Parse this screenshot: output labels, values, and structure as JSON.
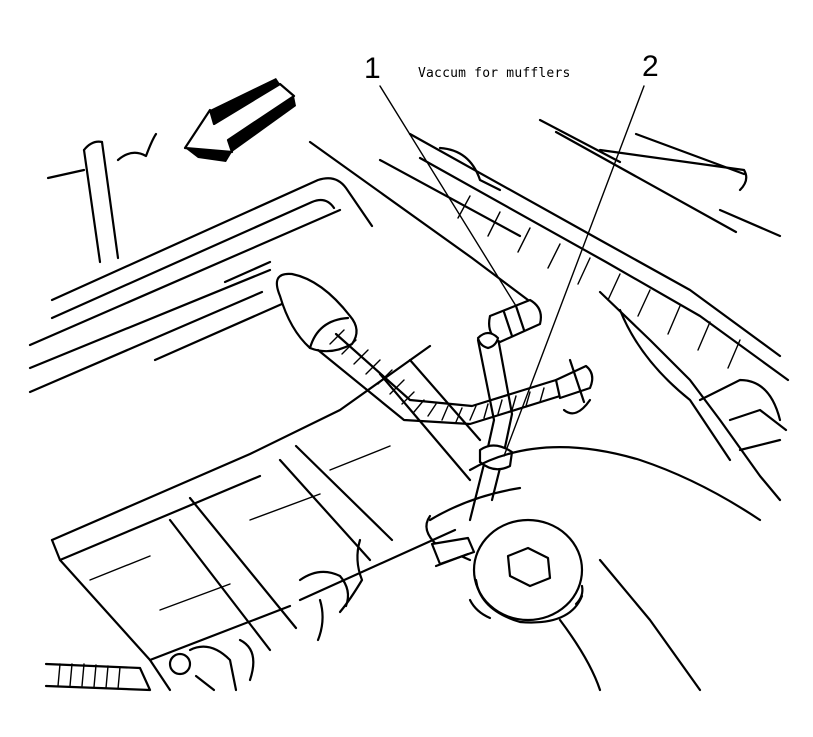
{
  "callouts": [
    {
      "number": "1"
    },
    {
      "number": "2"
    }
  ],
  "caption": "Vaccum for mufflers"
}
